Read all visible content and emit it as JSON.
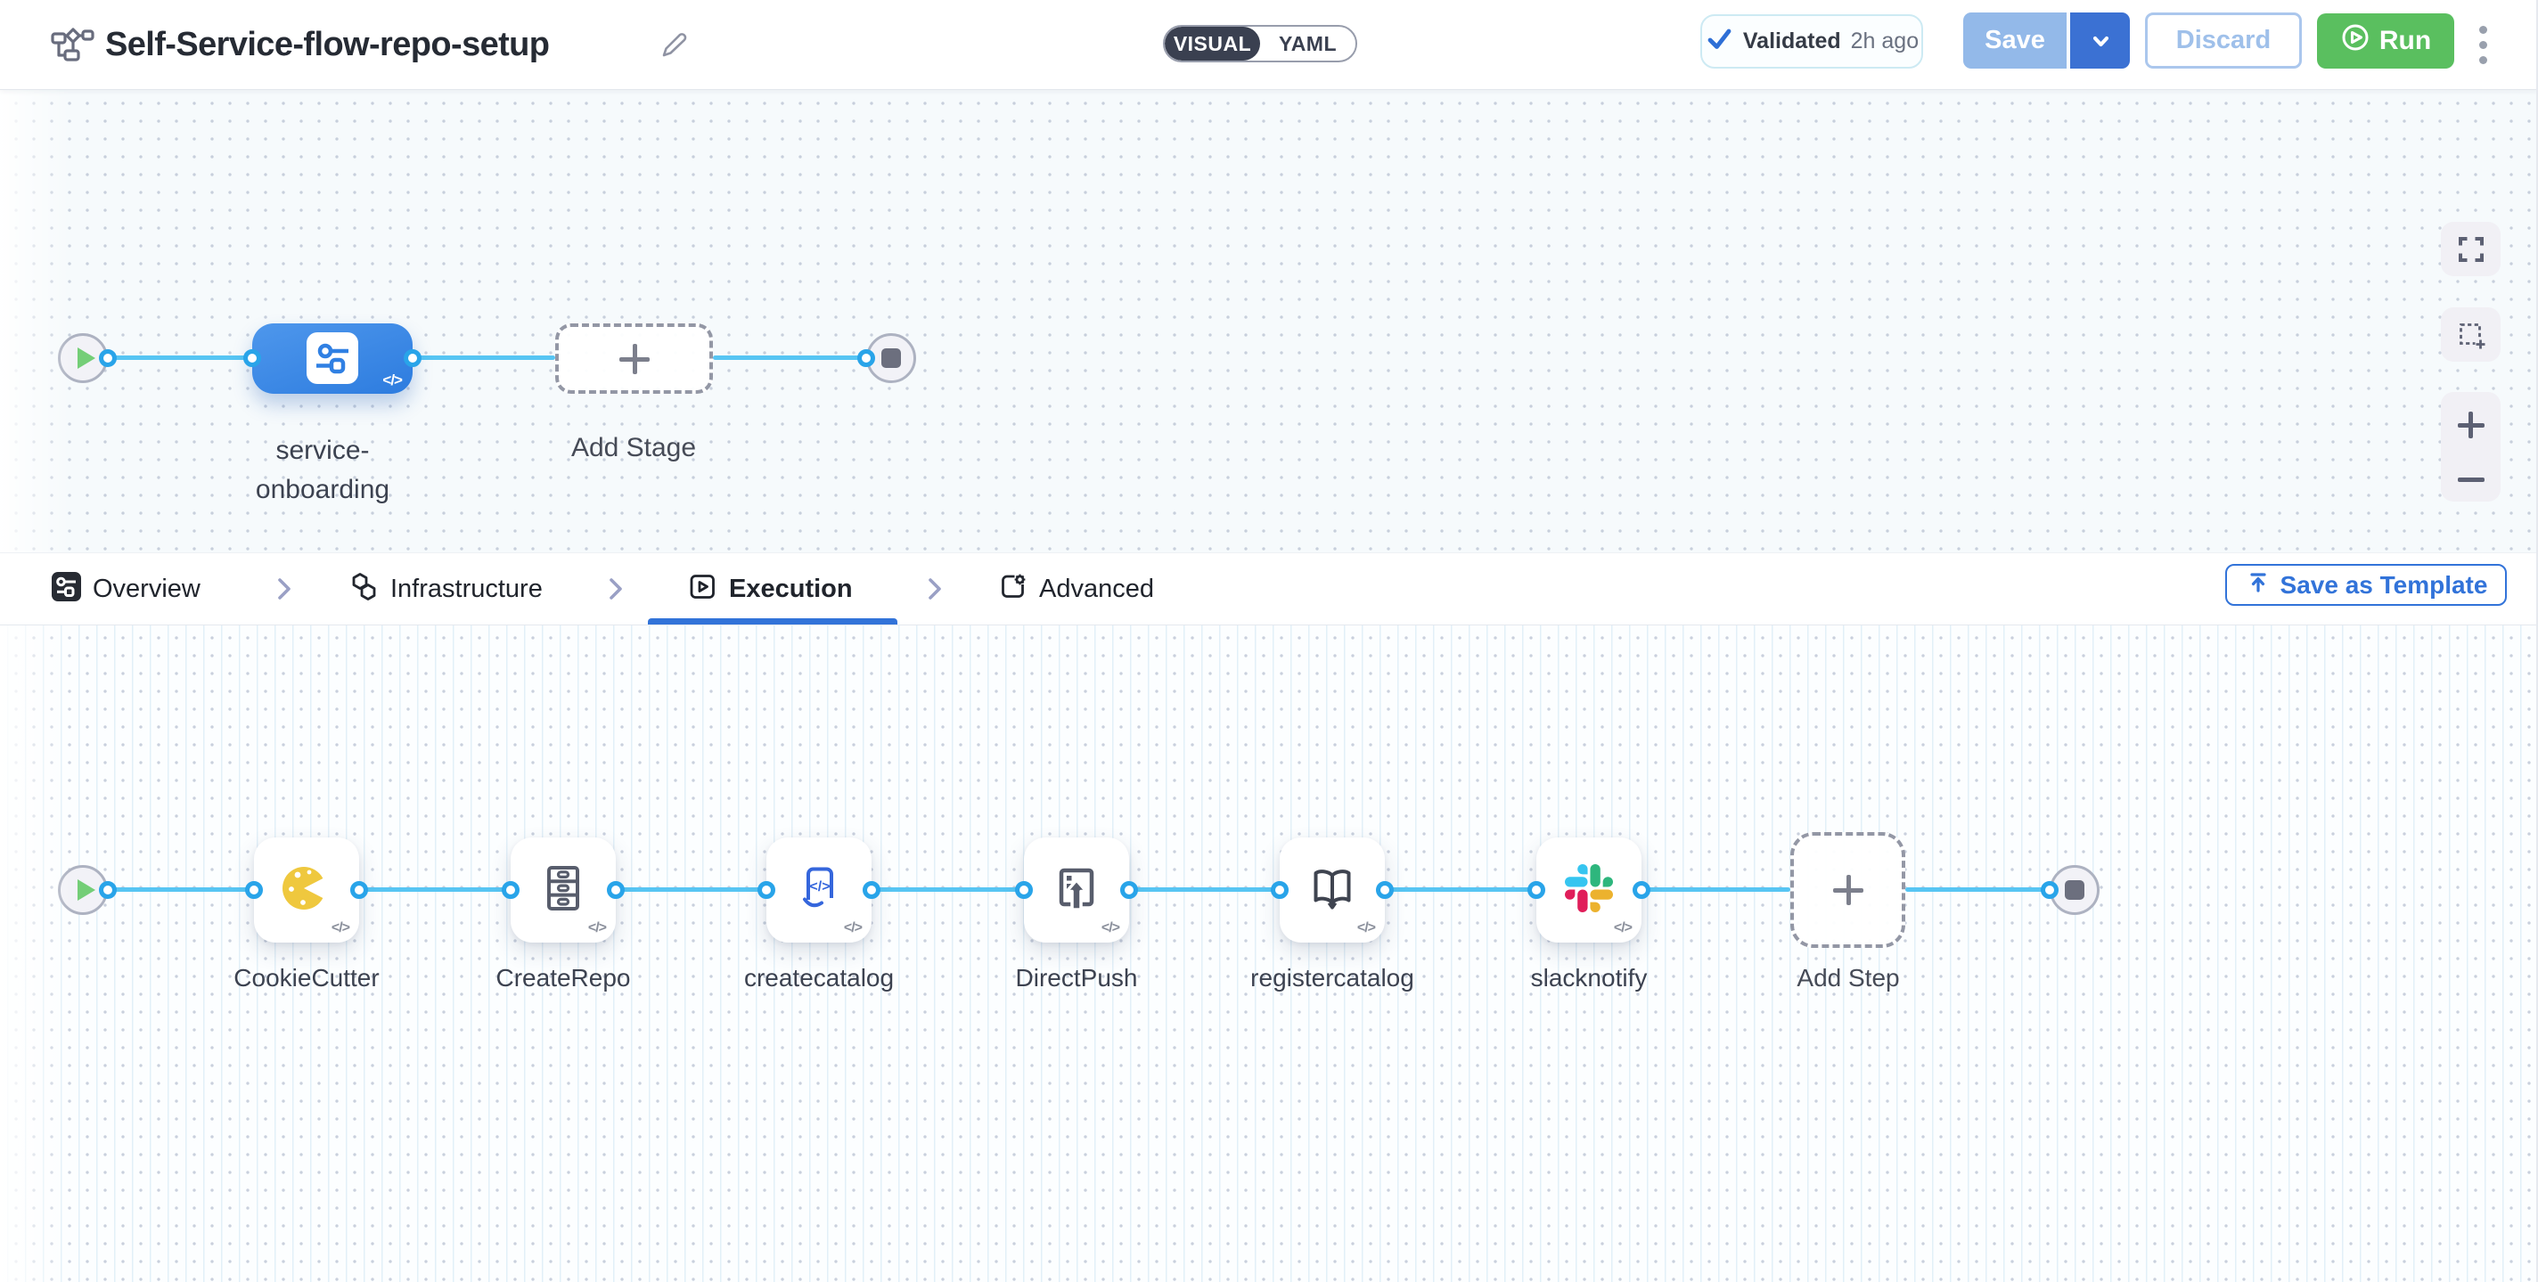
{
  "header": {
    "title": "Self-Service-flow-repo-setup",
    "mode_toggle": {
      "visual": "VISUAL",
      "yaml": "YAML"
    },
    "validation": {
      "status": "Validated",
      "time": "2h ago"
    },
    "actions": {
      "save": "Save",
      "discard": "Discard",
      "run": "Run"
    }
  },
  "stage_pipeline": {
    "stage": {
      "label_line1": "service-",
      "label_line2": "onboarding",
      "code_badge": "</>"
    },
    "add_stage_label": "Add Stage"
  },
  "tab_bar": {
    "tabs": [
      {
        "label": "Overview"
      },
      {
        "label": "Infrastructure"
      },
      {
        "label": "Execution"
      },
      {
        "label": "Advanced"
      }
    ],
    "active_tab": "Execution",
    "save_as_template_label": "Save as Template"
  },
  "step_pipeline": {
    "steps": [
      {
        "label": "CookieCutter",
        "icon": "cookiecutter-icon",
        "code_badge": "</>"
      },
      {
        "label": "CreateRepo",
        "icon": "drawer-cabinet-icon",
        "code_badge": "</>"
      },
      {
        "label": "createcatalog",
        "icon": "code-scroll-icon",
        "code_badge": "</>",
        "icon_glyph": "</>"
      },
      {
        "label": "DirectPush",
        "icon": "upload-box-icon",
        "code_badge": "</>"
      },
      {
        "label": "registercatalog",
        "icon": "open-book-icon",
        "code_badge": "</>"
      },
      {
        "label": "slacknotify",
        "icon": "slack-icon",
        "code_badge": "</>"
      }
    ],
    "add_step_label": "Add Step"
  },
  "colors": {
    "accent_blue": "#3273d9",
    "connector_blue": "#57c5f3",
    "port_blue": "#29a4e9",
    "stage_blue": "#3585e7",
    "run_green": "#5abf5f",
    "save_disabled_blue": "#93b9e9",
    "save_chevron_blue": "#3b71d3",
    "validated_check_blue": "#2e6fd6",
    "cookie_yellow": "#efc83e"
  }
}
